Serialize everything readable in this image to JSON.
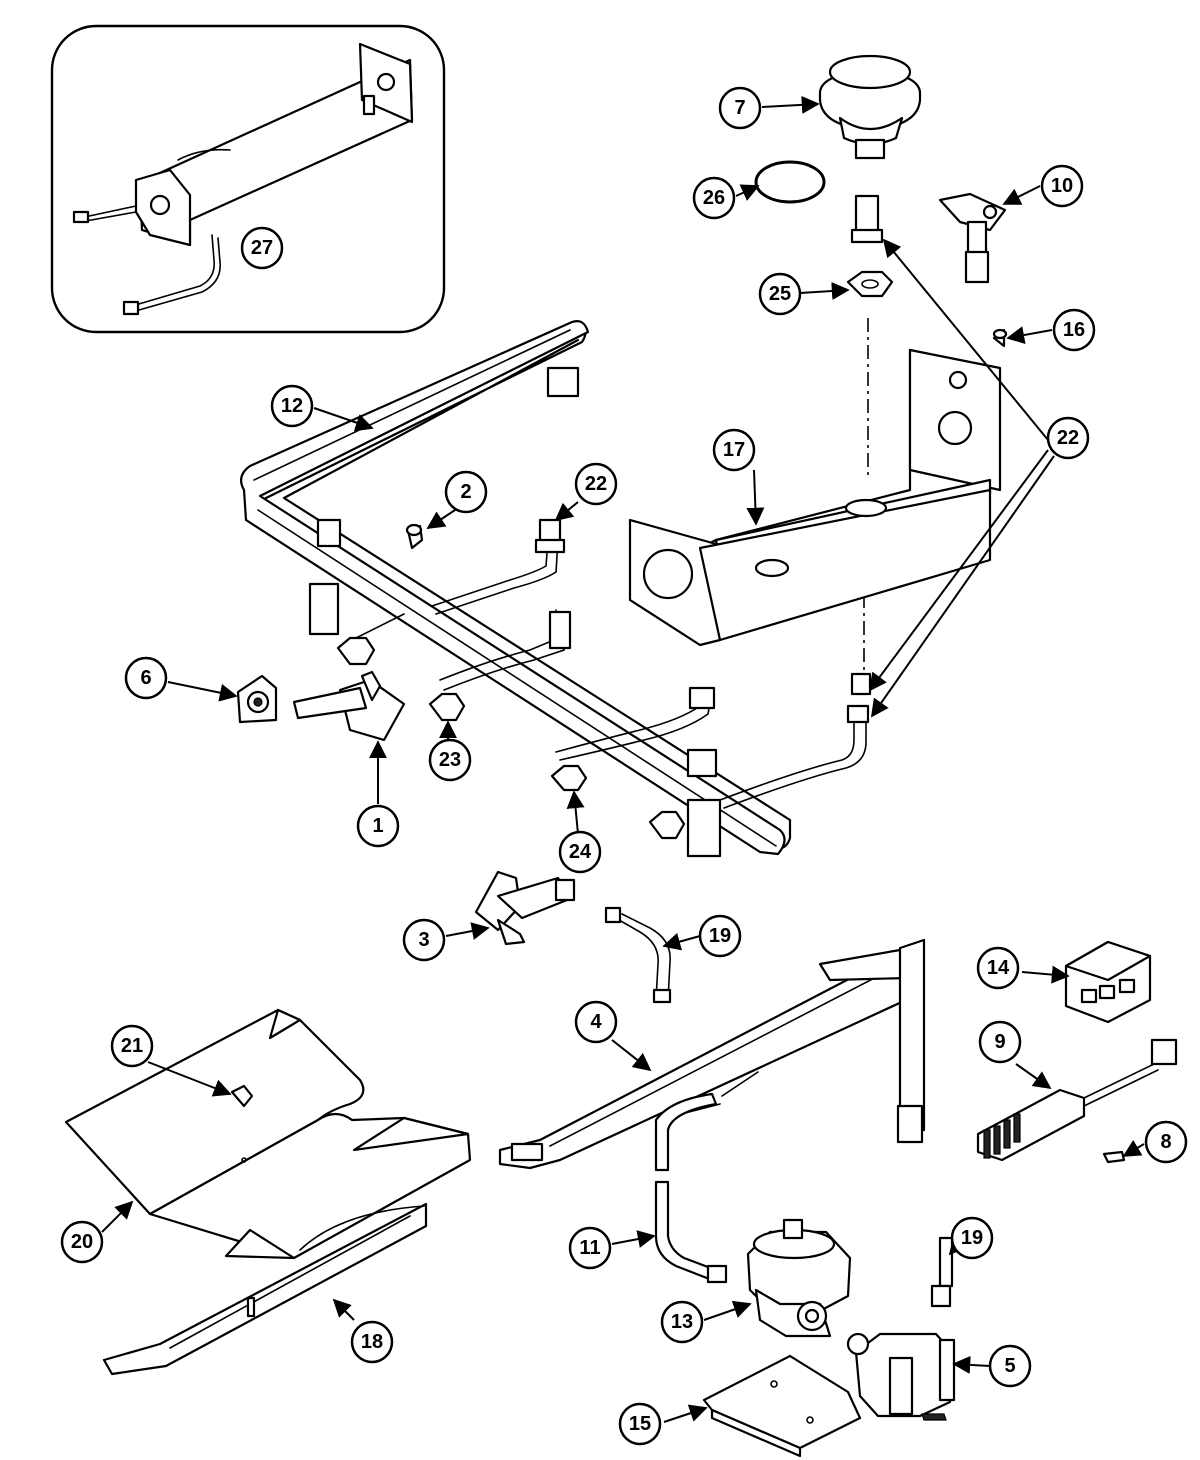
{
  "diagram": {
    "callouts": [
      {
        "label": "1"
      },
      {
        "label": "2"
      },
      {
        "label": "3"
      },
      {
        "label": "4"
      },
      {
        "label": "5"
      },
      {
        "label": "6"
      },
      {
        "label": "7"
      },
      {
        "label": "8"
      },
      {
        "label": "9"
      },
      {
        "label": "10"
      },
      {
        "label": "11"
      },
      {
        "label": "12"
      },
      {
        "label": "13"
      },
      {
        "label": "14"
      },
      {
        "label": "15"
      },
      {
        "label": "16"
      },
      {
        "label": "17"
      },
      {
        "label": "18"
      },
      {
        "label": "19"
      },
      {
        "label": "19"
      },
      {
        "label": "20"
      },
      {
        "label": "21"
      },
      {
        "label": "22"
      },
      {
        "label": "22"
      },
      {
        "label": "23"
      },
      {
        "label": "24"
      },
      {
        "label": "25"
      },
      {
        "label": "26"
      },
      {
        "label": "27"
      }
    ]
  }
}
